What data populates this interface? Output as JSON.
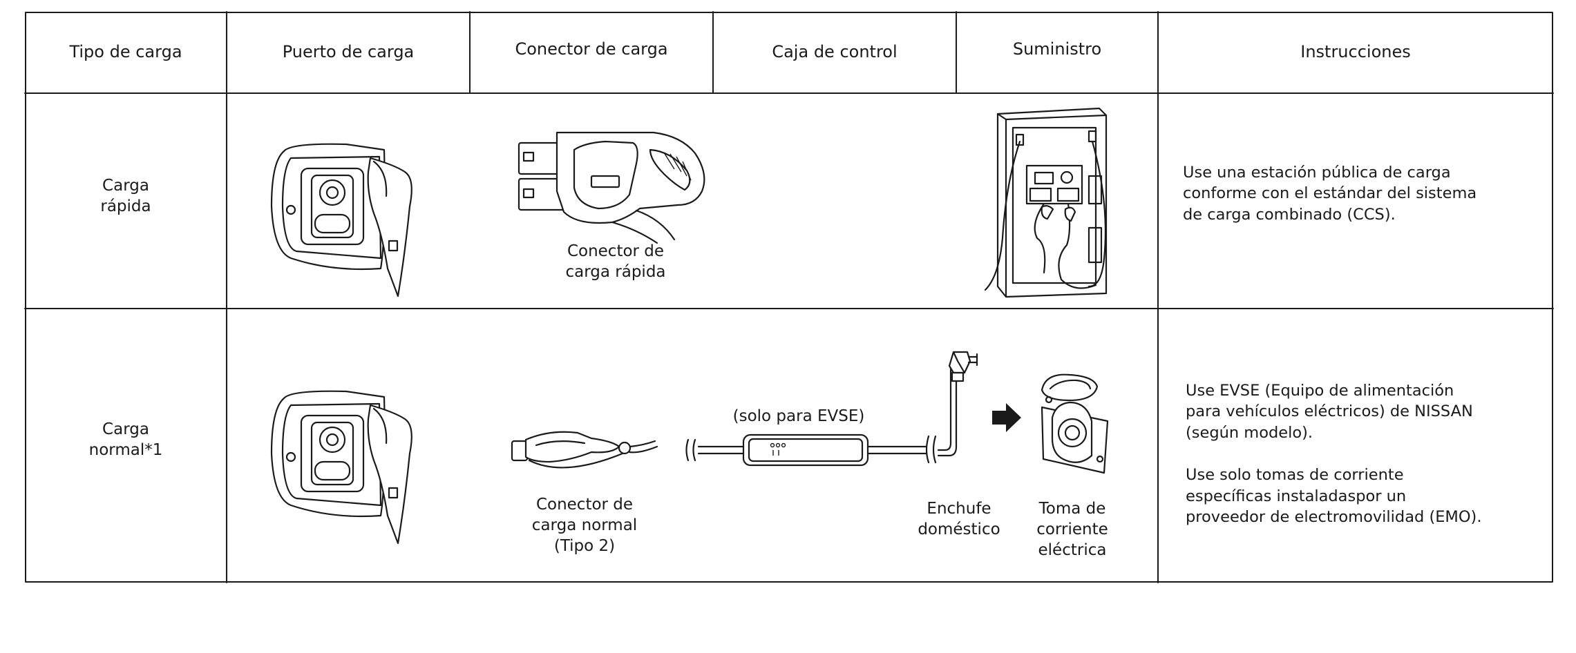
{
  "headers": {
    "type": "Tipo de carga",
    "port": "Puerto de carga",
    "connector": "Conector de carga",
    "control_box": "Caja de control",
    "supply": "Suministro",
    "instructions": "Instrucciones"
  },
  "rows": {
    "fast": {
      "label_line1": "Carga",
      "label_line2": "rápida",
      "connector_caption_line1": "Conector de",
      "connector_caption_line2": "carga rápida",
      "instructions": [
        "Use una estación pública de carga",
        "conforme con el estándar del sistema",
        "de carga combinado (CCS)."
      ]
    },
    "normal": {
      "label_line1": "Carga",
      "label_line2": "normal*1",
      "connector_caption_line1": "Conector de",
      "connector_caption_line2": "carga normal",
      "connector_caption_line3": "(Tipo 2)",
      "evse_note": "(solo para EVSE)",
      "plug_caption_line1": "Enchufe",
      "plug_caption_line2": "doméstico",
      "socket_caption_line1": "Toma de",
      "socket_caption_line2": "corriente",
      "socket_caption_line3": "eléctrica",
      "instructions_p1": [
        "Use EVSE (Equipo de alimentación",
        "para vehículos eléctricos) de NISSAN",
        "(según modelo)."
      ],
      "instructions_p2": [
        "Use solo tomas de corriente",
        "específicas instaladaspor un",
        "proveedor de electromovilidad (EMO)."
      ]
    }
  },
  "icons": {
    "charge_port": "charge-port-icon",
    "fast_connector": "fast-connector-icon",
    "charging_station": "charging-station-icon",
    "type2_connector": "type2-connector-icon",
    "control_box": "evse-control-box-icon",
    "household_plug": "household-plug-icon",
    "arrow": "arrow-right-icon",
    "socket": "wall-socket-icon"
  },
  "colors": {
    "line": "#1a1a1a",
    "background": "#ffffff"
  }
}
